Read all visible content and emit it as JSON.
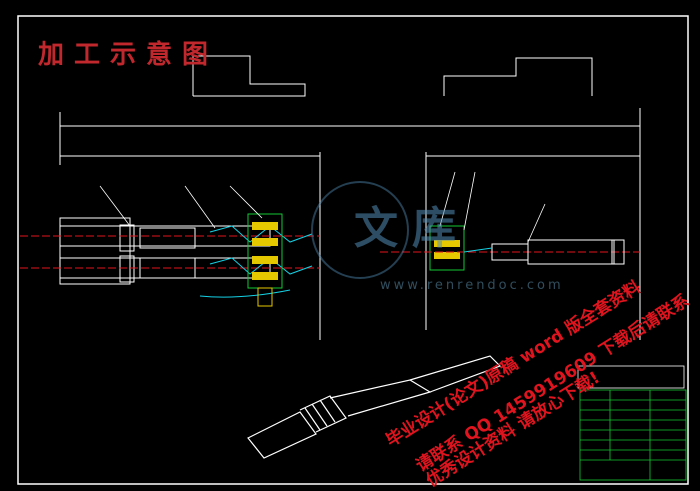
{
  "drawing": {
    "title": "加工示意图",
    "website_watermark": "www.renrendoc.com",
    "logo_chars": [
      "文",
      "库"
    ],
    "watermark_lines": [
      "毕业设计(论文)原稿 word 版全套资料",
      "请联系 QQ 1459919609 下载后请联系",
      "优秀设计资料 请放心下载!"
    ]
  },
  "colors": {
    "background": "#000000",
    "line_cyan": "#14d2e6",
    "line_white": "#ffffff",
    "center_red": "#e0141e",
    "part_yellow": "#e6c800",
    "part_green": "#14c832",
    "title_red": "#c0282d"
  }
}
